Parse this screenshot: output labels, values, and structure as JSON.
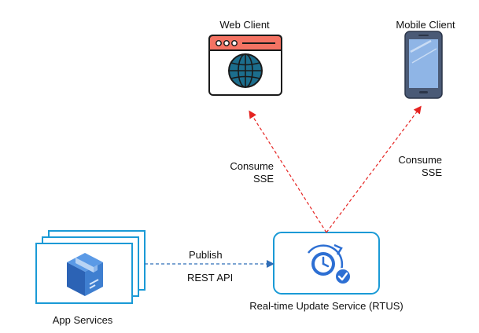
{
  "nodes": {
    "web_client": {
      "label": "Web Client"
    },
    "mobile_client": {
      "label": "Mobile Client"
    },
    "app_services": {
      "label": "App Services"
    },
    "rtus": {
      "label": "Real-time Update Service (RTUS)"
    }
  },
  "edges": {
    "to_web": {
      "line1": "Consume",
      "line2": "SSE"
    },
    "to_mobile": {
      "line1": "Consume",
      "line2": "SSE"
    },
    "publish": {
      "line1": "Publish",
      "line2": "REST API"
    }
  },
  "colors": {
    "consume_arrow": "#e52321",
    "publish_arrow": "#2f6db6",
    "box_border": "#1a9ad6",
    "browser_header": "#f47363",
    "globe": "#1c6e8d",
    "phone_body": "#4a5a76",
    "phone_screen": "#8fb5e6",
    "cube": "#3f7fd0",
    "clock": "#2d6fd3"
  },
  "icons": {
    "web_client": "browser-window-globe-icon",
    "mobile_client": "smartphone-icon",
    "app_services": "package-box-icon",
    "rtus": "clock-refresh-check-icon"
  }
}
